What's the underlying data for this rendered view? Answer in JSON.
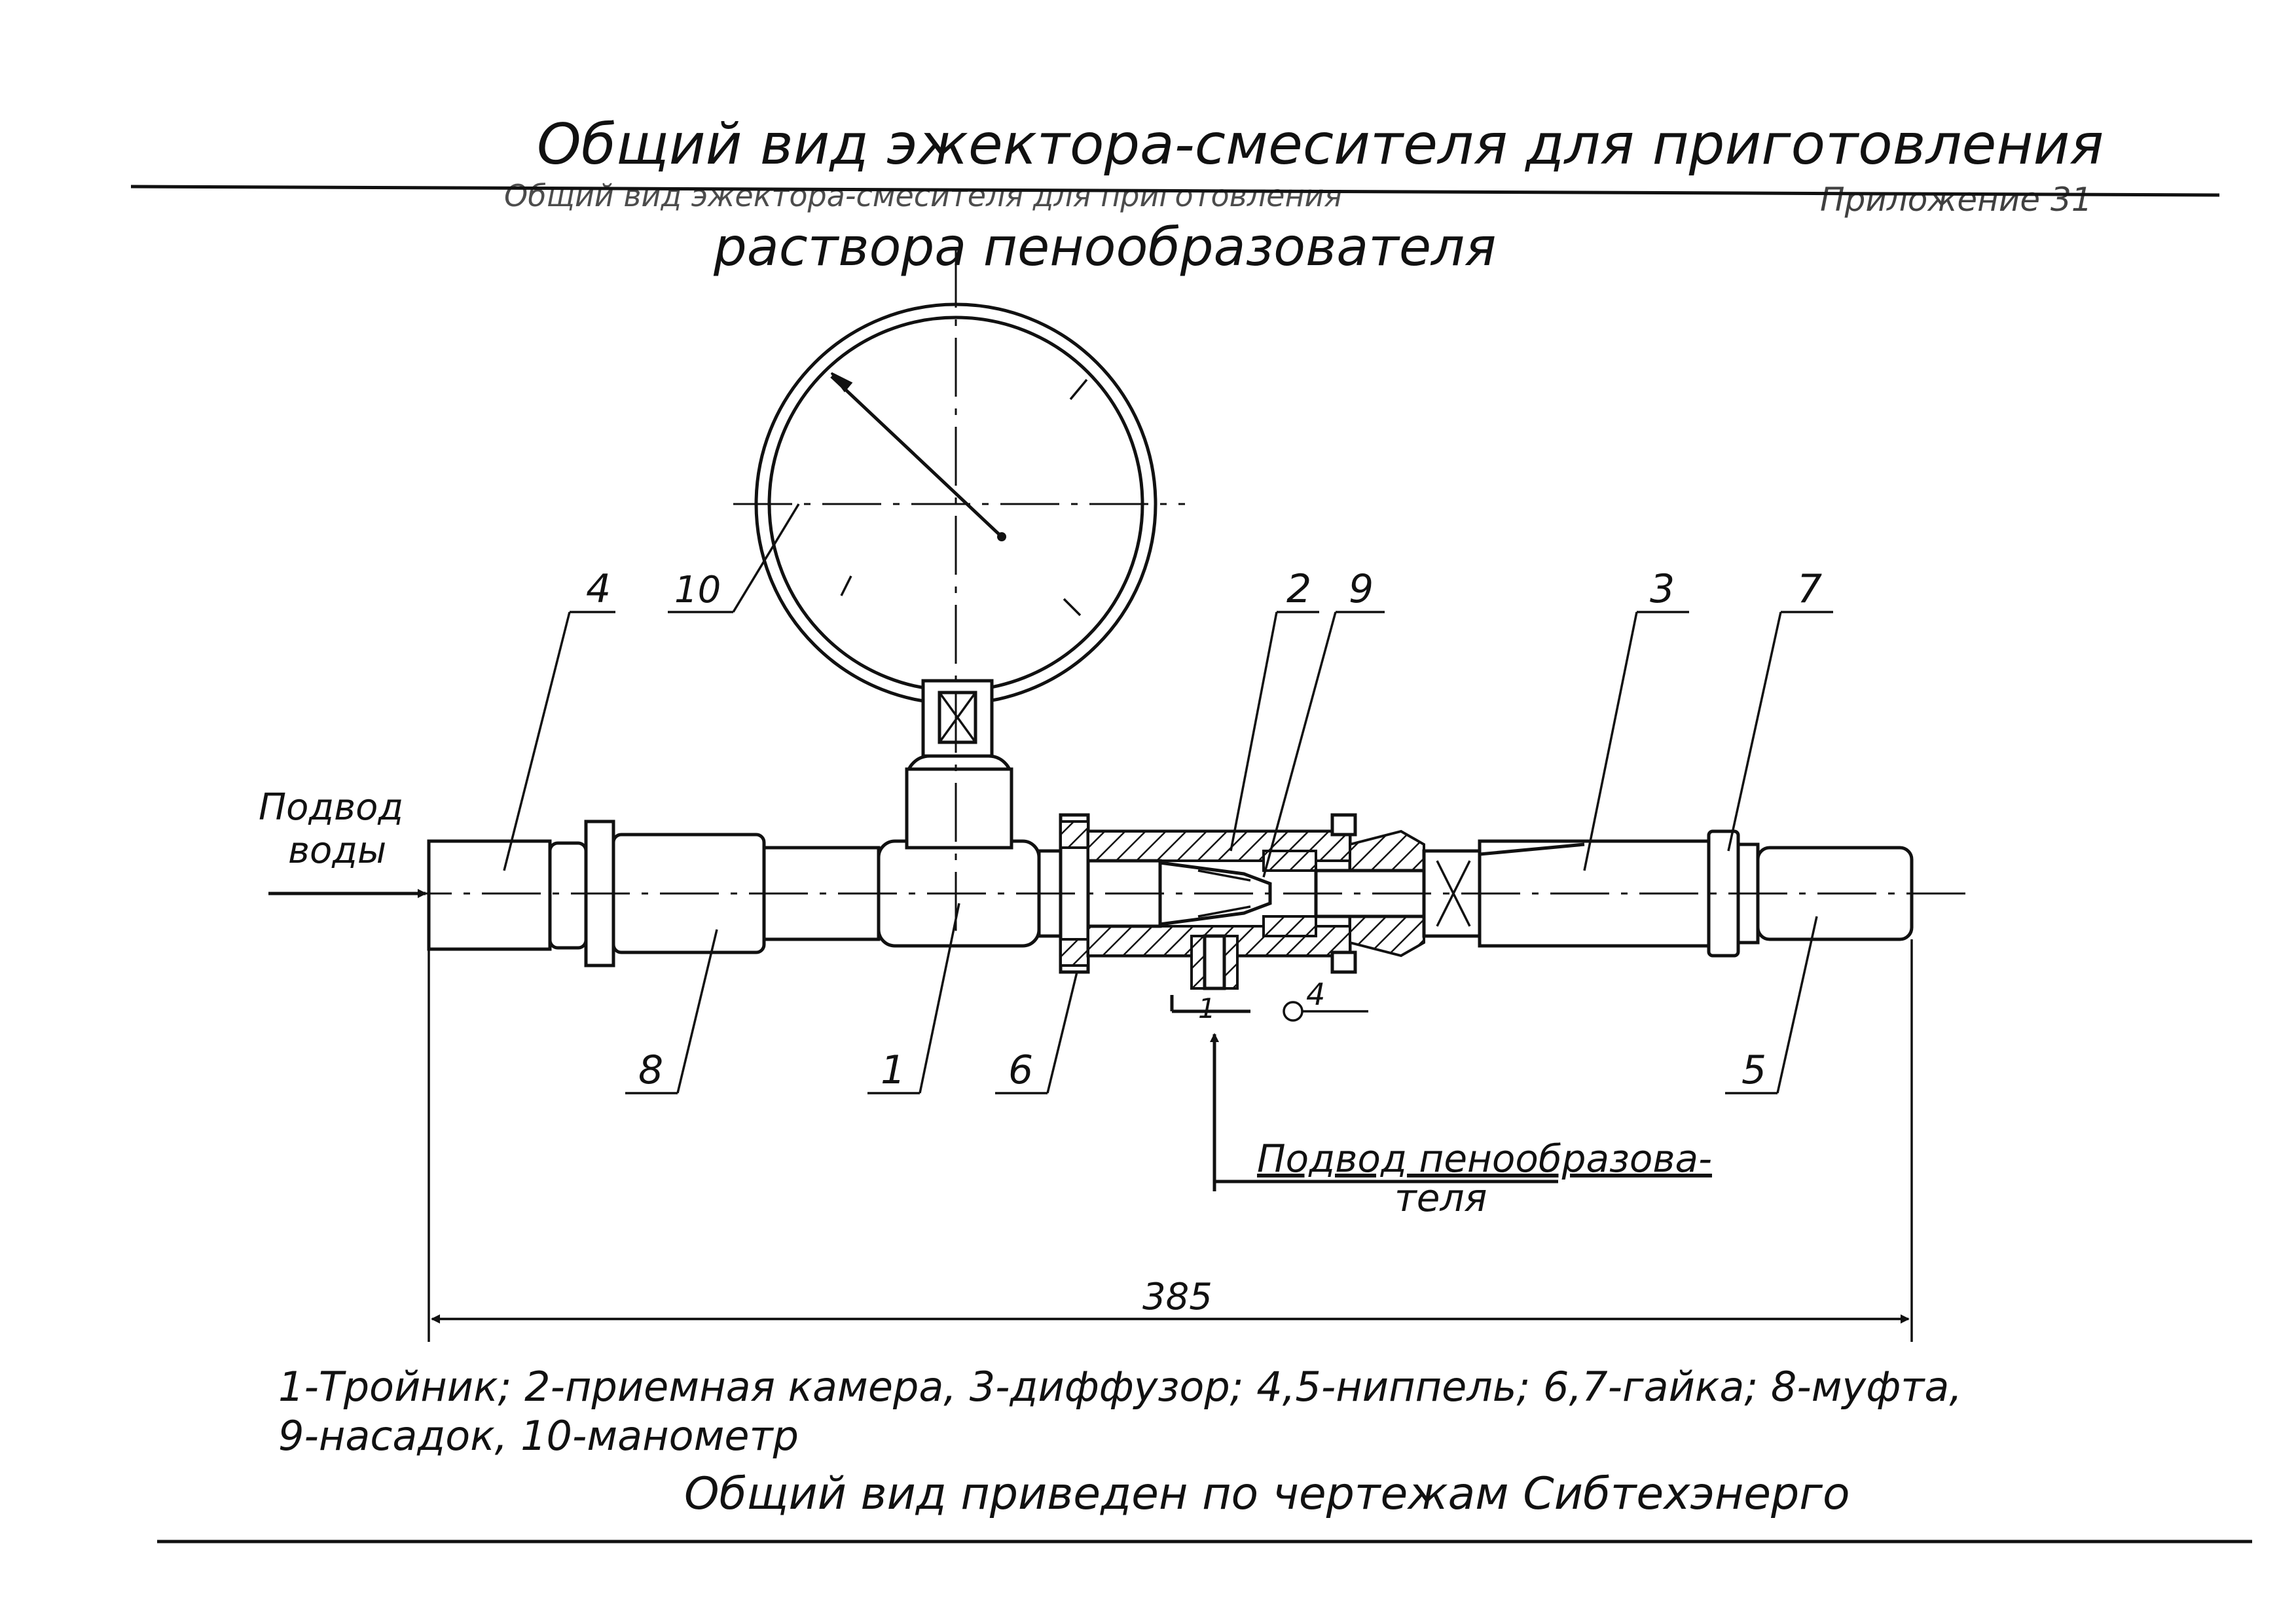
{
  "title": {
    "line1": "Общий вид эжектора-смесителя для приготовления",
    "line2": "раствора пенообразователя",
    "overprint": "Общий вид эжектора-смесителя для приготовления",
    "appendix": "Приложение 31"
  },
  "inlet_water": {
    "line1": "Подвод",
    "line2": "воды"
  },
  "inlet_foam": {
    "line1": "Подвод пенообразова-",
    "line2": "теля"
  },
  "callouts": [
    "4",
    "10",
    "2",
    "9",
    "3",
    "7",
    "8",
    "1",
    "6",
    "5"
  ],
  "dimension": {
    "value": "385"
  },
  "legend": {
    "line1": "1-Тройник; 2-приемная камера, 3-диффузор; 4,5-ниппель; 6,7-гайка; 8-муфта,",
    "line2": "9-насадок, 10-манометр"
  },
  "source_note": "Общий вид приведен по чертежам Сибтехэнерго",
  "section_label": "4",
  "section_mark": "1"
}
